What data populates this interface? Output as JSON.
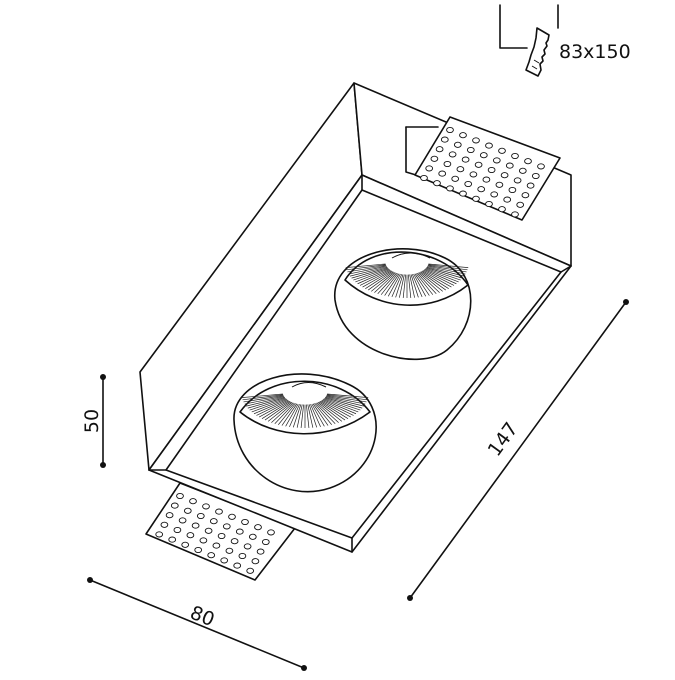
{
  "cutout_label": "83x150",
  "dimensions": {
    "depth": "50",
    "width": "80",
    "length": "147"
  },
  "colors": {
    "line": "#111111",
    "background": "#ffffff"
  },
  "icons": {
    "cutout": "plaster-cutout-icon"
  }
}
